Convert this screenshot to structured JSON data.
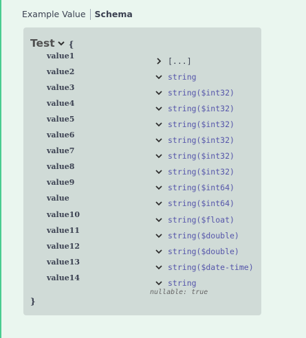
{
  "tabs": {
    "example_value": "Example Value",
    "schema": "Schema"
  },
  "model": {
    "title": "Test",
    "open_brace": "{",
    "close_brace": "}",
    "properties": [
      {
        "name": "value1",
        "type": "[...]",
        "kind": "array"
      },
      {
        "name": "value2",
        "type": "string",
        "kind": "primitive"
      },
      {
        "name": "value3",
        "type": "string($int32)",
        "kind": "primitive"
      },
      {
        "name": "value4",
        "type": "string($int32)",
        "kind": "primitive"
      },
      {
        "name": "value5",
        "type": "string($int32)",
        "kind": "primitive"
      },
      {
        "name": "value6",
        "type": "string($int32)",
        "kind": "primitive"
      },
      {
        "name": "value7",
        "type": "string($int32)",
        "kind": "primitive"
      },
      {
        "name": "value8",
        "type": "string($int32)",
        "kind": "primitive"
      },
      {
        "name": "value9",
        "type": "string($int64)",
        "kind": "primitive"
      },
      {
        "name": "value",
        "type": "string($int64)",
        "kind": "primitive"
      },
      {
        "name": "value10",
        "type": "string($float)",
        "kind": "primitive"
      },
      {
        "name": "value11",
        "type": "string($double)",
        "kind": "primitive"
      },
      {
        "name": "value12",
        "type": "string($double)",
        "kind": "primitive"
      },
      {
        "name": "value13",
        "type": "string($date-time)",
        "kind": "primitive"
      },
      {
        "name": "value14",
        "type": "string",
        "kind": "primitive"
      }
    ],
    "nullable_note": "nullable: true"
  },
  "colors": {
    "panel_bg": "#eaf6ef",
    "panel_border": "#49cc90",
    "model_bg": "#d0dbd7",
    "type_color": "#5555aa",
    "text_color": "#3b4151"
  },
  "icons": {
    "collapse": "chevron-down-icon",
    "expand": "chevron-right-icon"
  }
}
